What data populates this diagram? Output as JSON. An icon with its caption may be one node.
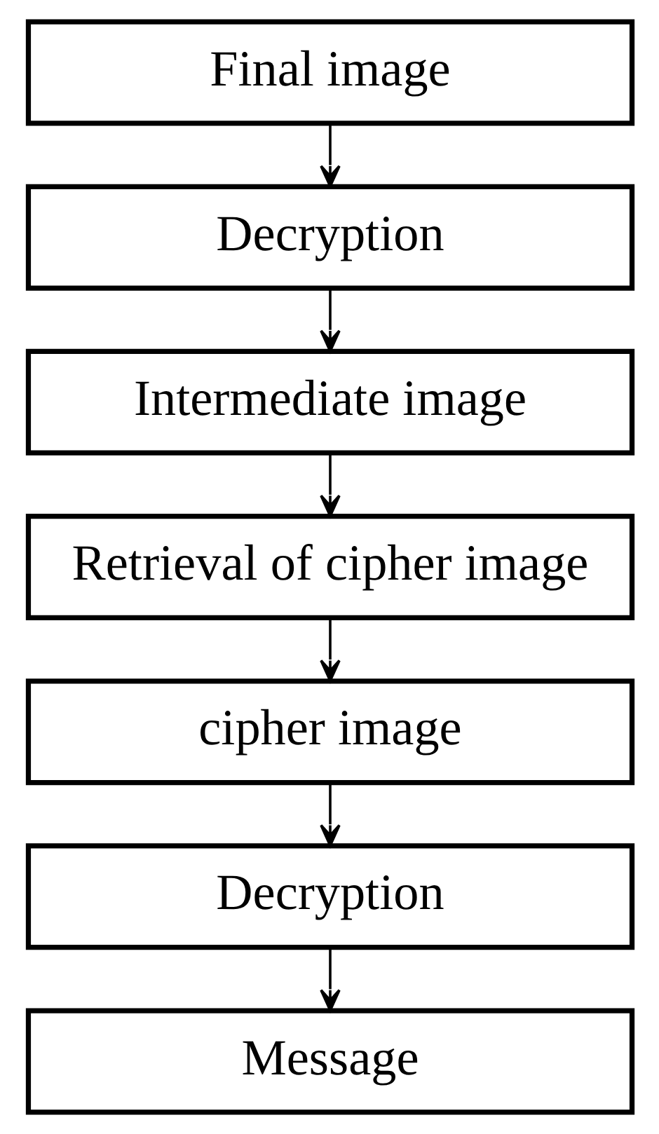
{
  "diagram": {
    "nodes": [
      {
        "text": [
          "Final image"
        ]
      },
      {
        "text": [
          "Decryption"
        ]
      },
      {
        "text": [
          "Intermediate image"
        ]
      },
      {
        "text": [
          "Retrieval of cipher image"
        ]
      },
      {
        "text": [
          "cipher image"
        ]
      },
      {
        "text": [
          "Decryption"
        ]
      },
      {
        "text": [
          "Message"
        ]
      }
    ],
    "edges": [
      {
        "from": 0,
        "to": 1,
        "arrow": "to"
      },
      {
        "from": 1,
        "to": 2,
        "arrow": "to"
      },
      {
        "from": 2,
        "to": 3,
        "arrow": "to"
      },
      {
        "from": 3,
        "to": 4,
        "arrow": "to"
      },
      {
        "from": 4,
        "to": 5,
        "arrow": "to"
      },
      {
        "from": 5,
        "to": 6,
        "arrow": "to"
      }
    ]
  }
}
